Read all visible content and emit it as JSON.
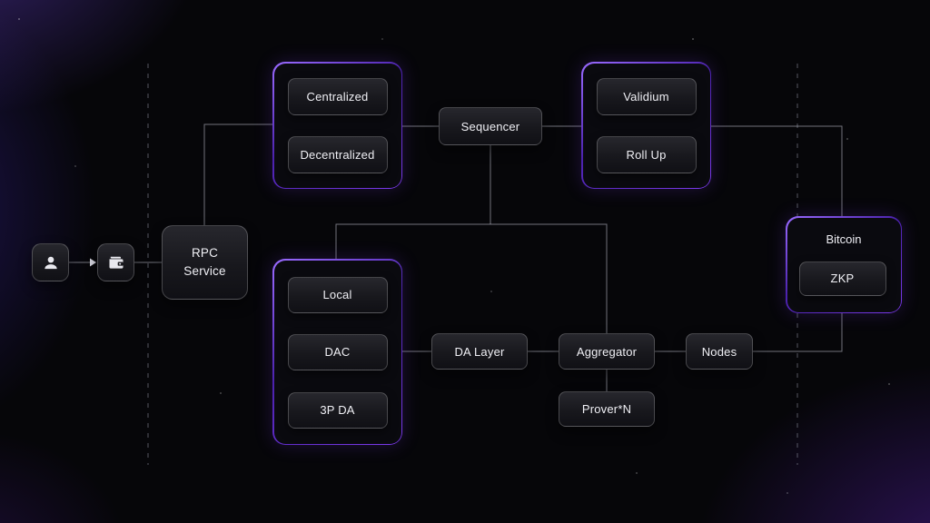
{
  "colors": {
    "accent_purple": "#7c3aed",
    "accent_purple_light": "#9a6bff",
    "box_text": "#f0f0f5"
  },
  "icons": {
    "user": "user-icon",
    "wallet": "wallet-icon"
  },
  "nodes": {
    "rpc_service": "RPC Service",
    "centralized": "Centralized",
    "decentralized": "Decentralized",
    "sequencer": "Sequencer",
    "validium": "Validium",
    "rollup": "Roll Up",
    "local": "Local",
    "dac": "DAC",
    "third_party_da": "3P DA",
    "da_layer": "DA Layer",
    "aggregator": "Aggregator",
    "prover": "Prover*N",
    "nodes": "Nodes",
    "bitcoin": "Bitcoin",
    "zkp": "ZKP"
  }
}
